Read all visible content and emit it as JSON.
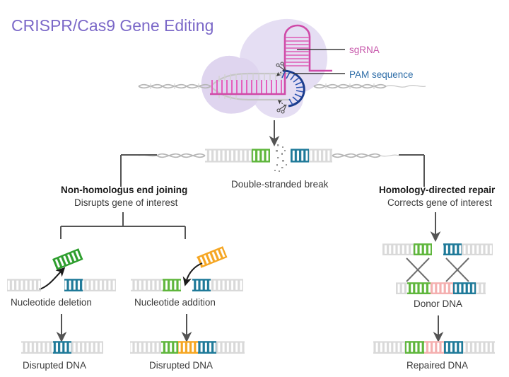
{
  "figure": {
    "title": "CRISPR/Cas9 Gene Editing",
    "title_color": "#7b68c8",
    "background": "#ffffff"
  },
  "complex": {
    "cas9_protein_color": "#e4dcf2",
    "sgrna_label": "sgRNA",
    "sgrna_color": "#c758ab",
    "pam_label": "PAM sequence",
    "pam_color": "#1b3c8c",
    "pam_text_color": "#2f6ea8",
    "cut_icon": "scissors-icon"
  },
  "break_stage": {
    "label": "Double-stranded break",
    "left_segment_color": "#5fb63c",
    "right_segment_color": "#1f7a99",
    "dna_backbone_color": "#d9d9d9",
    "helix_color": "#b4b4b4"
  },
  "branches": {
    "left": {
      "title": "Non-homologus end joining",
      "subtitle": "Disrupts gene of interest"
    },
    "right": {
      "title": "Homology-directed repair",
      "subtitle": "Corrects gene of interest"
    }
  },
  "nhej": {
    "deletion": {
      "label": "Nucleotide deletion",
      "fragment_color": "#2e9e2e",
      "retained_segment_color": "#1f7a99",
      "arrow": "curved-arrow-up"
    },
    "addition": {
      "label": "Nucleotide addition",
      "fragment_color": "#f5a623",
      "left_segment_color": "#5fb63c",
      "right_segment_color": "#1f7a99",
      "arrow": "curved-arrow-down"
    },
    "results": [
      {
        "label": "Disrupted DNA",
        "segments": [
          "#1f7a99"
        ]
      },
      {
        "label": "Disrupted DNA",
        "segments": [
          "#5fb63c",
          "#f5a623",
          "#1f7a99"
        ]
      }
    ]
  },
  "hdr": {
    "donor": {
      "label": "Donor DNA",
      "top_left_color": "#5fb63c",
      "top_right_color": "#1f7a99",
      "donor_left_color": "#5fb63c",
      "donor_middle_color": "#f4b0b0",
      "donor_right_color": "#1f7a99",
      "crossover_icon": "crossover-x-lines"
    },
    "result": {
      "label": "Repaired DNA",
      "segments": [
        "#5fb63c",
        "#f4b0b0",
        "#1f7a99"
      ]
    }
  },
  "connectors": {
    "arrow_color": "#545454",
    "bracket_color": "#545454"
  }
}
